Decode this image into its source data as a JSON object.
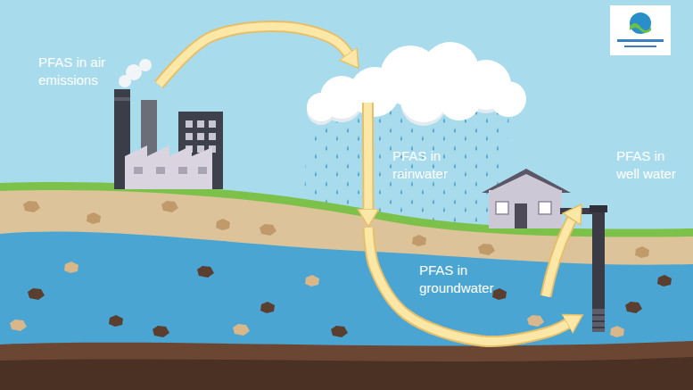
{
  "diagram": {
    "nodes": [
      {
        "text": [
          "PFAS in air emissions"
        ]
      },
      {
        "text": [
          "PFAS in rainwater"
        ]
      },
      {
        "text": [
          "PFAS in groundwater"
        ]
      },
      {
        "text": [
          "PFAS in well water"
        ]
      }
    ],
    "edges": [
      {
        "from": 0,
        "to": 1,
        "arrow": "to"
      },
      {
        "from": 1,
        "to": 2,
        "arrow": "to"
      },
      {
        "from": 2,
        "to": 3,
        "arrow": "to"
      }
    ]
  }
}
